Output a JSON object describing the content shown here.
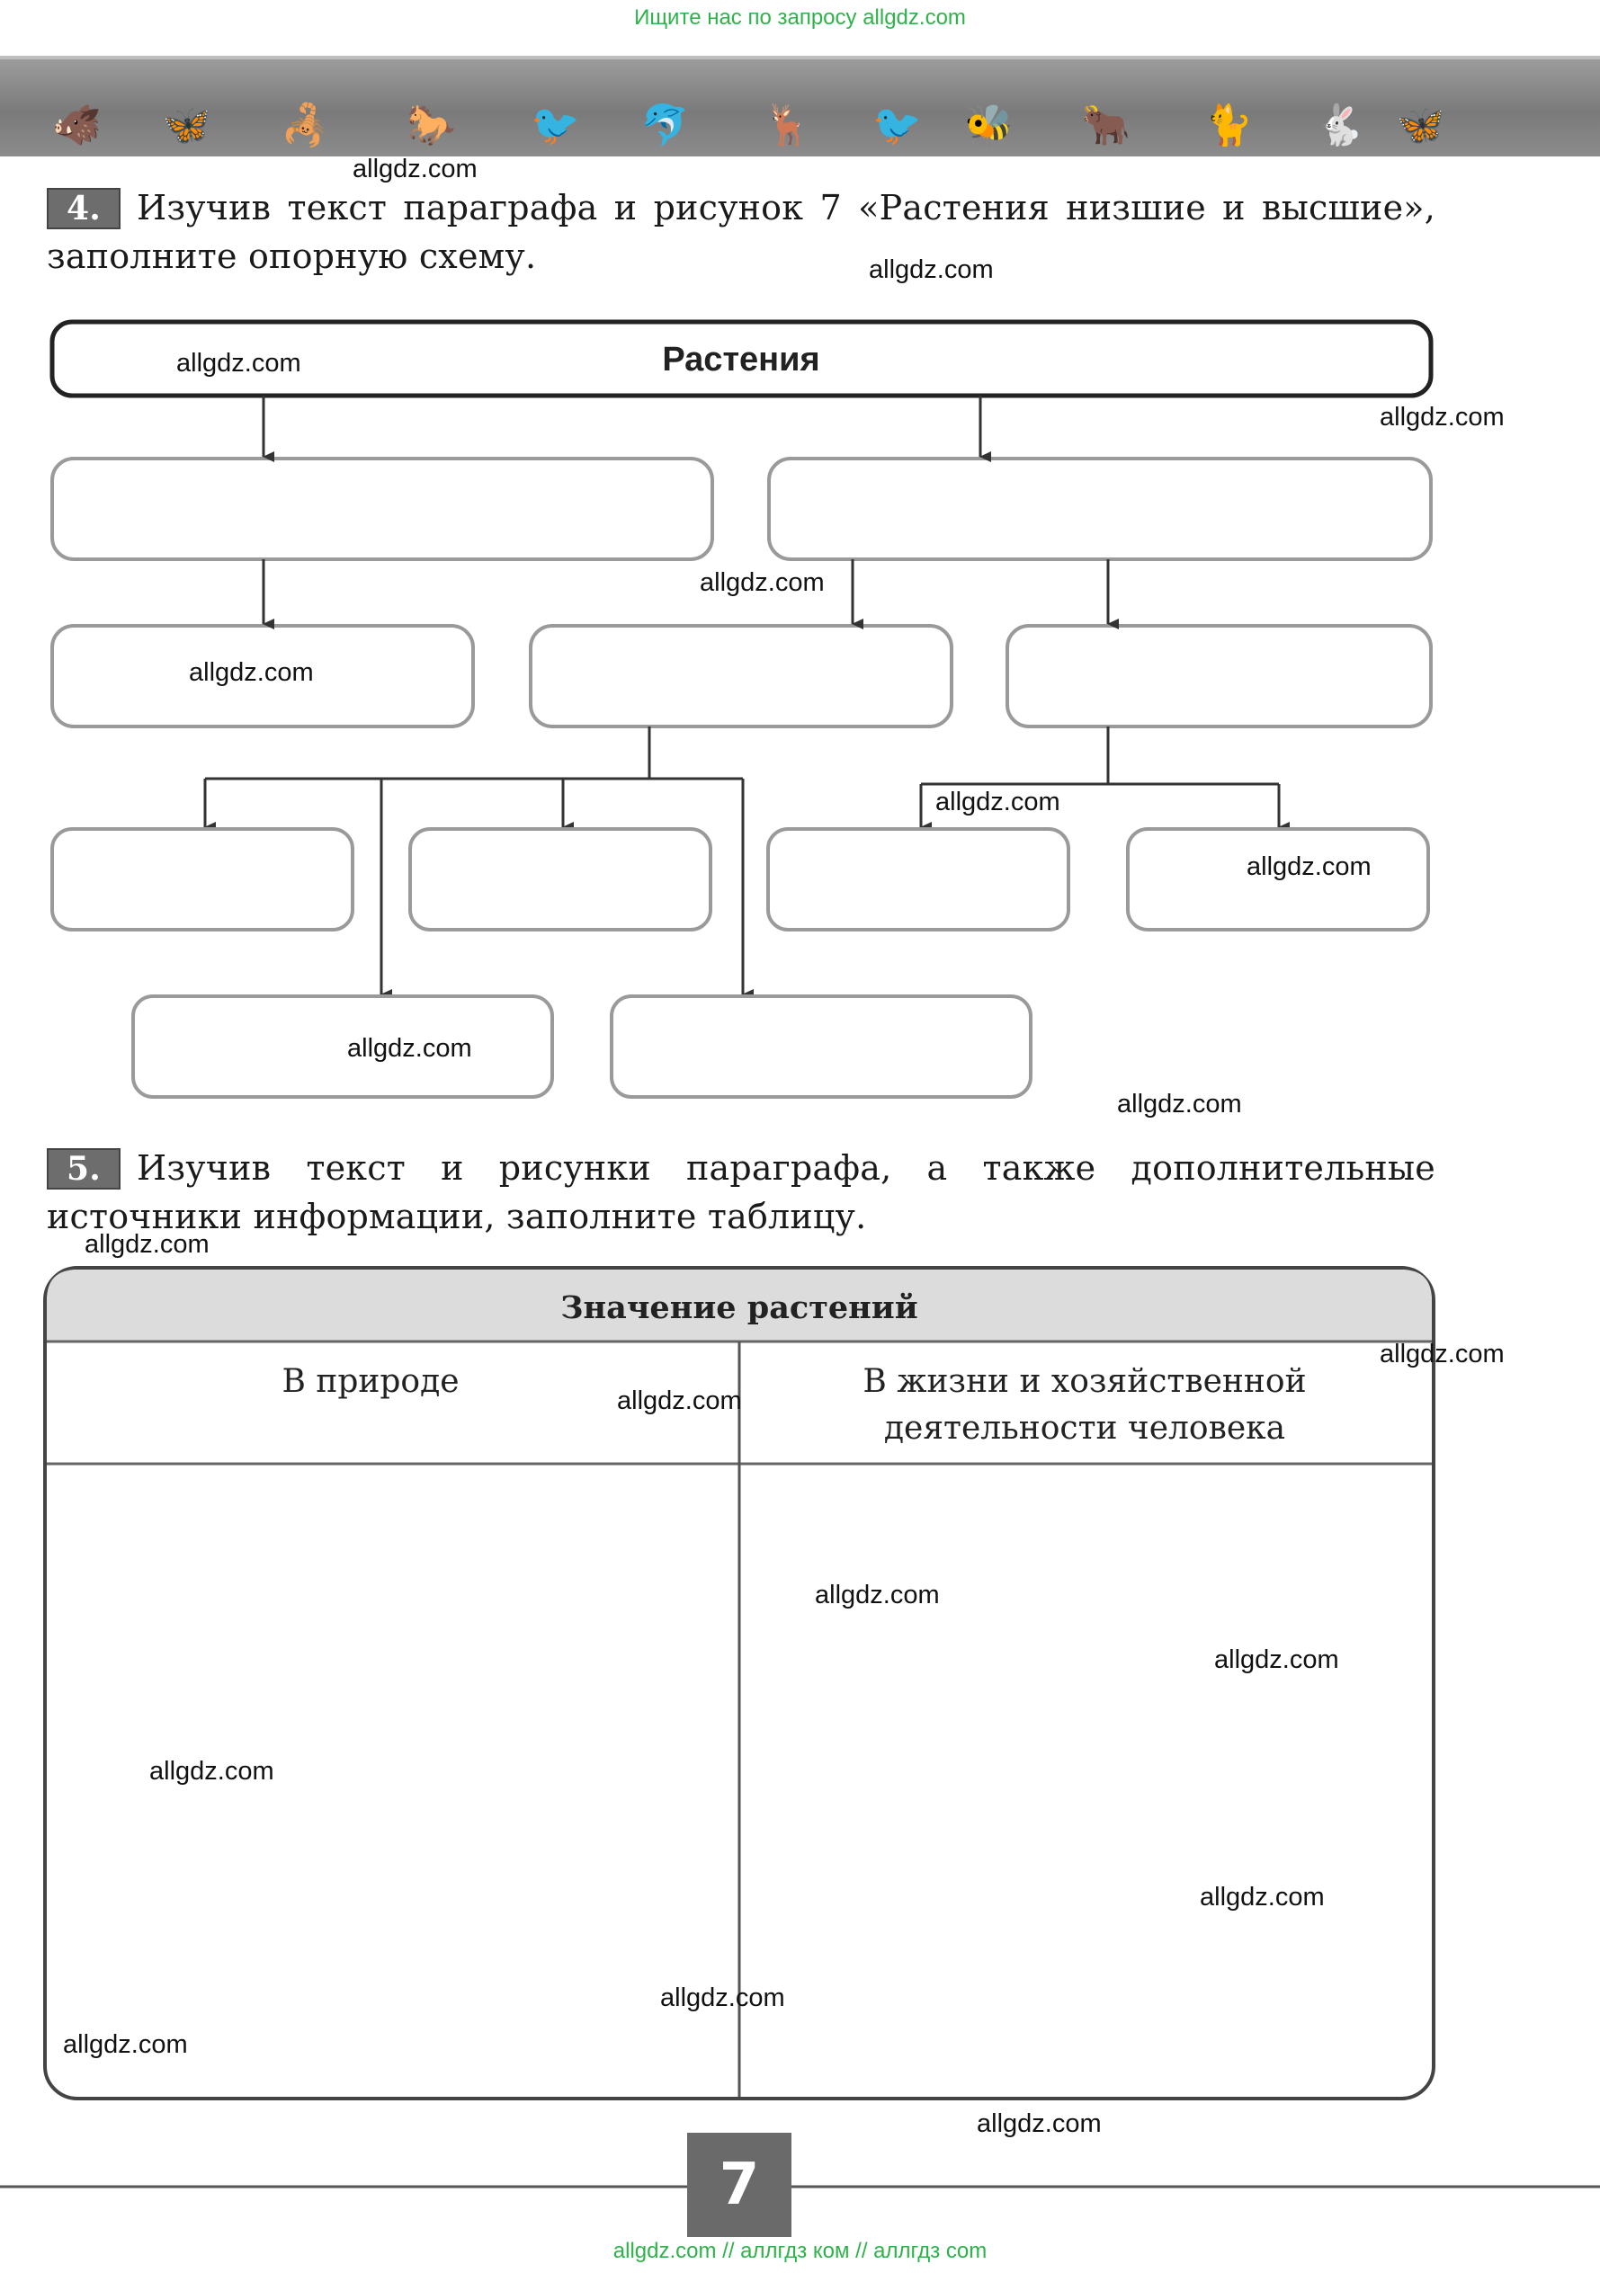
{
  "header": {
    "top_link": "Ищите нас по запросу allgdz.com",
    "animals": [
      "🐗",
      "🦋",
      "🦂",
      "🐎",
      "🐦",
      "🐬",
      "🦌",
      "🐦",
      "🐝",
      "🐂",
      "🐈",
      "🐇",
      "🦋"
    ]
  },
  "task4": {
    "number": "4.",
    "text": "Изучив текст параграфа и рисунок 7 «Растения низшие и высшие», заполните опорную схему."
  },
  "scheme": {
    "root_label": "Растения"
  },
  "task5": {
    "number": "5.",
    "text": "Изучив текст и рисунки параграфа, а также дополнительные источники информации, заполните таблицу."
  },
  "table": {
    "title": "Значение растений",
    "col1": "В природе",
    "col2_line1": "В жизни и хозяйственной",
    "col2_line2": "деятельности человека"
  },
  "watermark": "allgdz.com",
  "page_number": "7",
  "footer": {
    "bottom_link": "allgdz.com  //  аллгдз ком  //  аллгдз com"
  },
  "colors": {
    "link_green": "#2db34a",
    "box_grey": "#9a9a9a"
  }
}
